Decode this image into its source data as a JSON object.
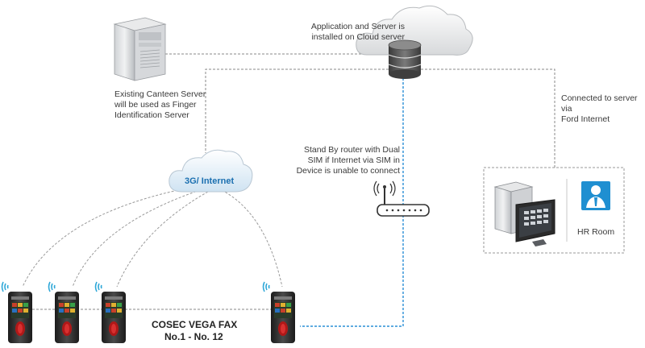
{
  "labels": {
    "canteen_server": "Existing Canteen Server\nwill be used as Finger\nIdentification Server",
    "cloud_server": "Application and Server is\ninstalled on Cloud server",
    "standby_router": "Stand By router with Dual\nSIM if Internet via SIM in\nDevice is unable to connect",
    "ford_internet": "Connected to server via\nFord Internet",
    "internet_cloud": "3G/ Internet",
    "hr_room": "HR Room",
    "device_name": "COSEC VEGA FAX",
    "device_range": "No.1 - No. 12"
  },
  "colors": {
    "link_gray": "#8a8a8a",
    "link_blue": "#2a8fd6",
    "cloud_blue": "#1a6fb0",
    "hr_icon": "#1f8fd1"
  },
  "icons": [
    "tower-server-icon",
    "cloud-icon",
    "database-icon",
    "router-icon",
    "desktop-computer-icon",
    "user-icon",
    "fingerprint-device-icon",
    "wifi-signal-icon"
  ]
}
